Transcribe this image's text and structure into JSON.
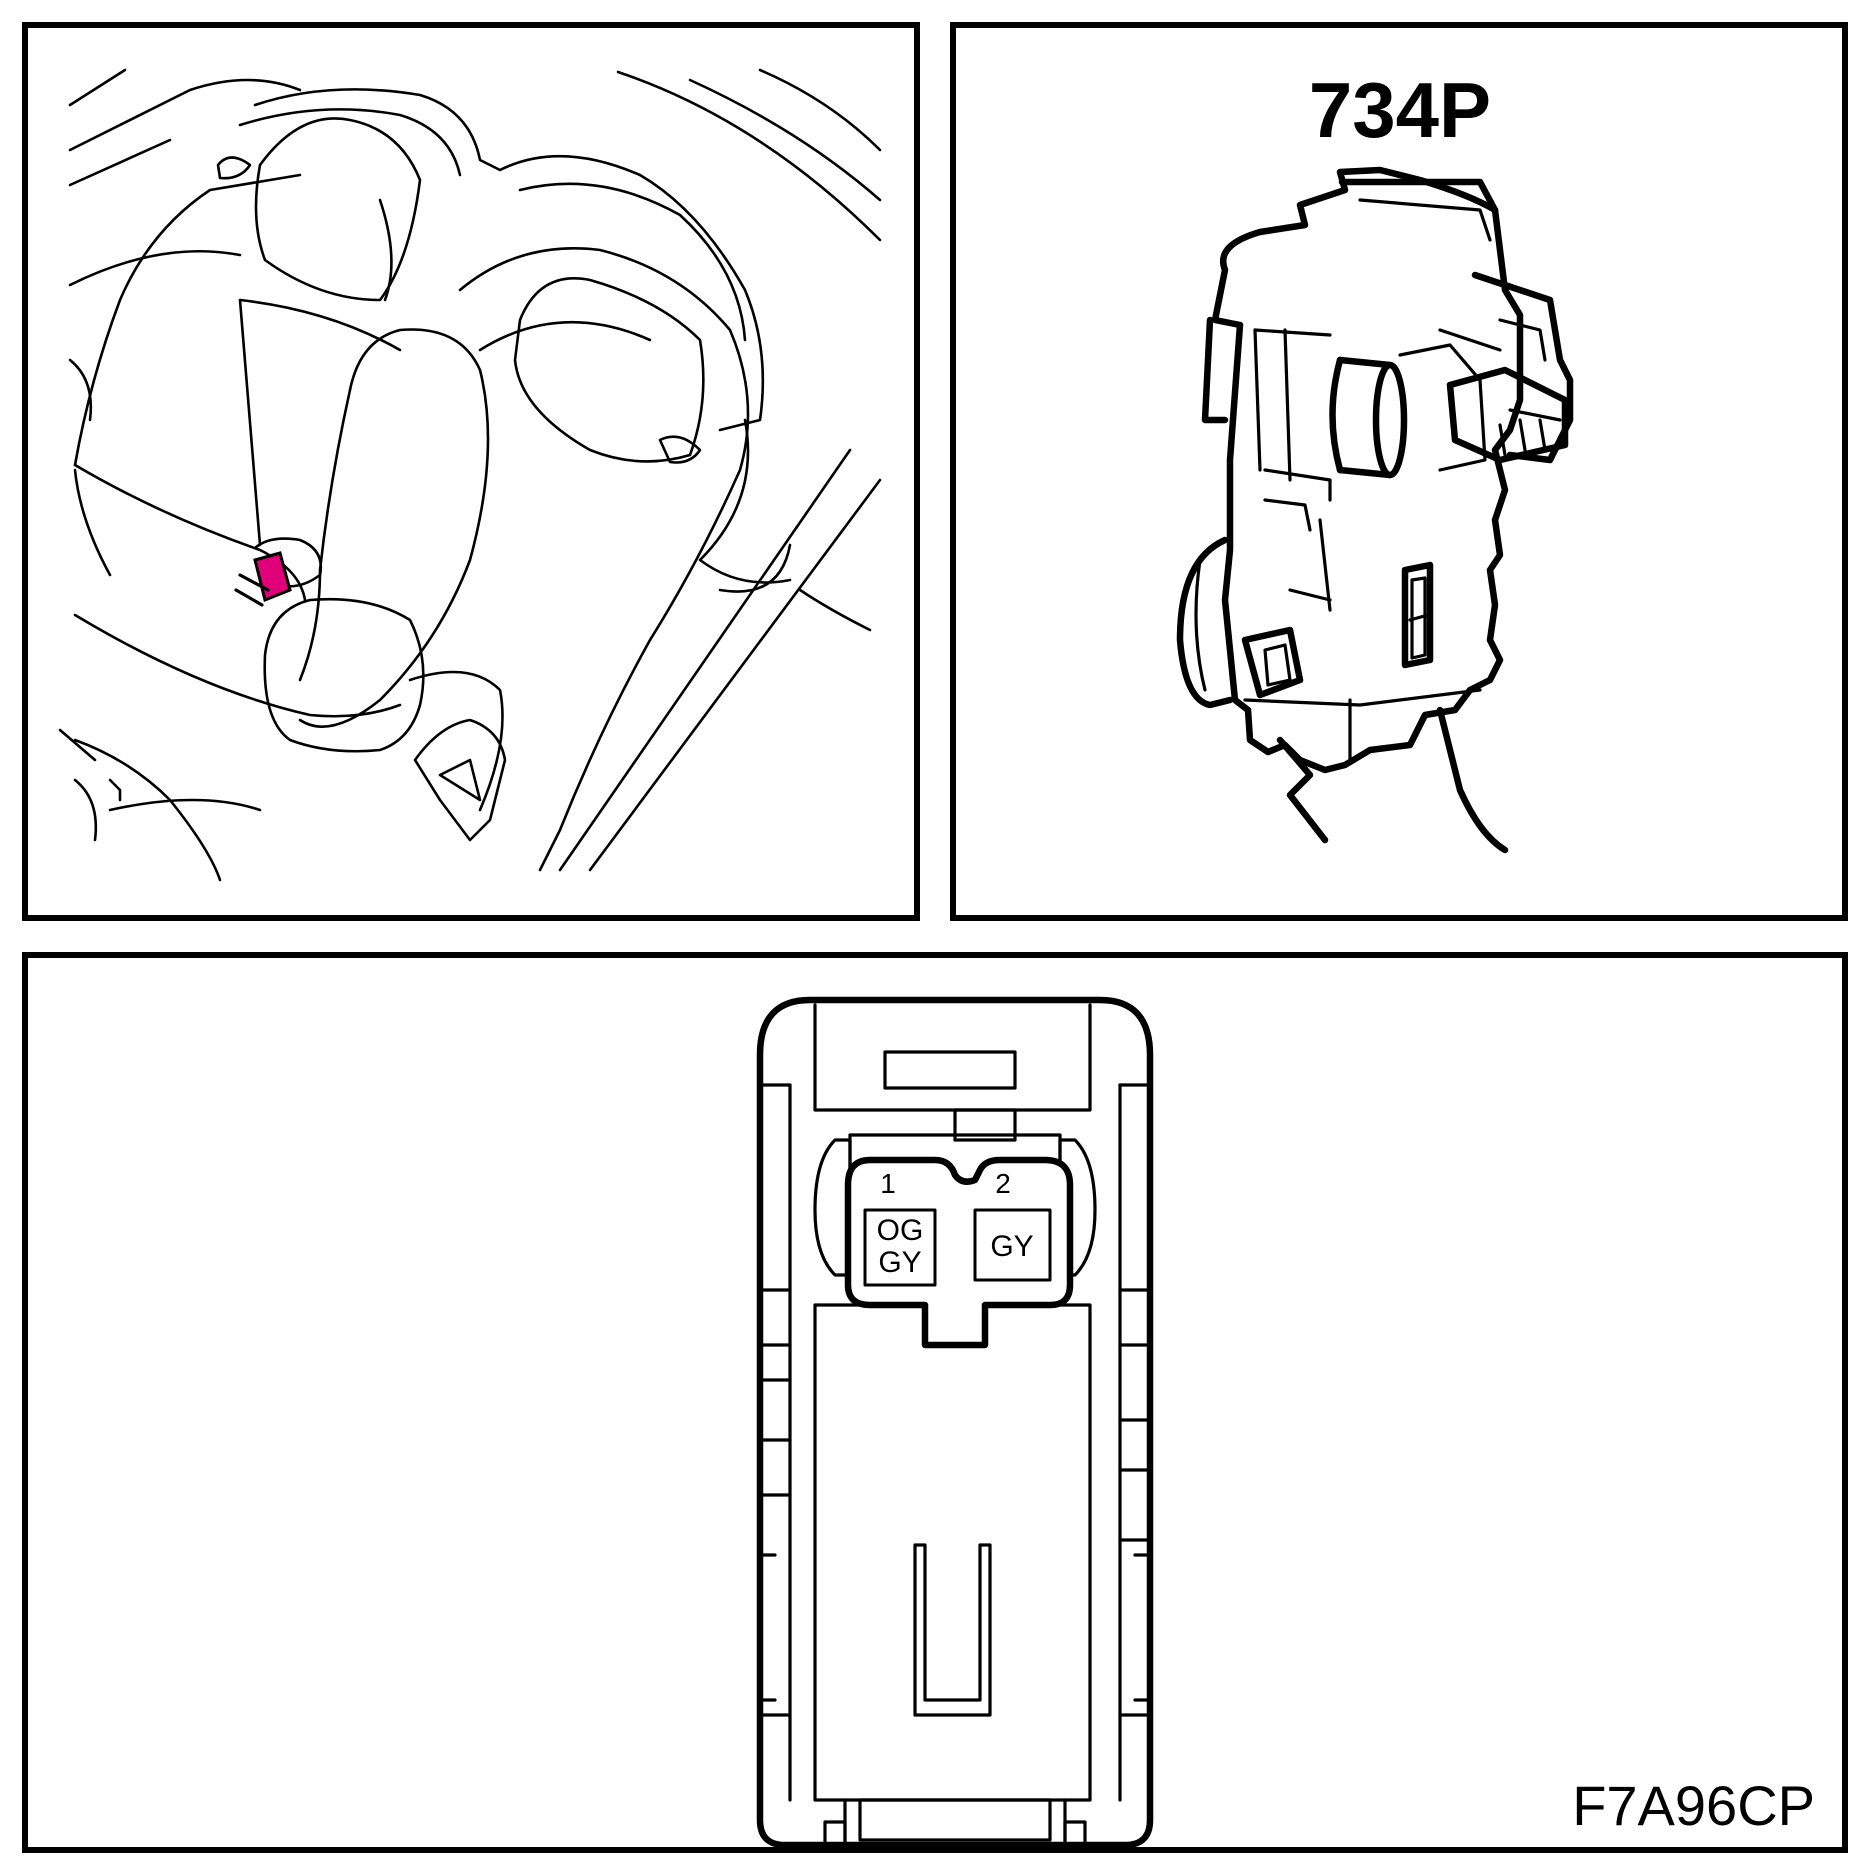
{
  "connector": {
    "id": "734P",
    "figure_code": "F7A96CP"
  },
  "pins": [
    {
      "number": "1",
      "wire_colors": [
        "OG",
        "GY"
      ]
    },
    {
      "number": "2",
      "wire_colors": [
        "GY"
      ]
    }
  ],
  "colors": {
    "location_highlight": "#e0007a",
    "line": "#000000",
    "background": "#ffffff"
  }
}
